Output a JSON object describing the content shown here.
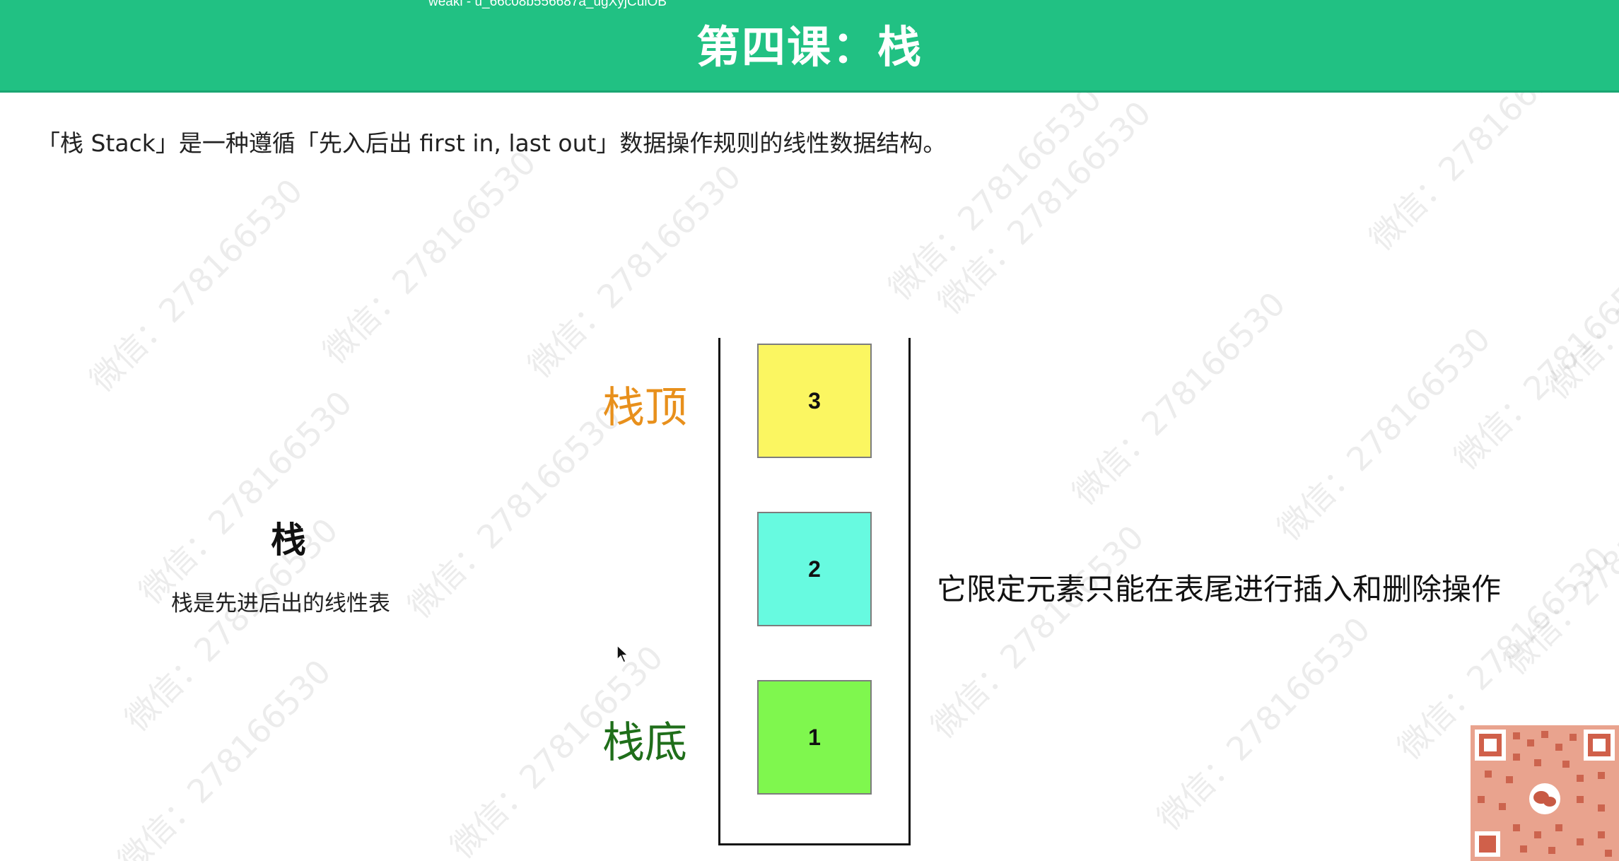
{
  "header": {
    "source_label": "weaki - u_66c08b556687a_ugXyjCulOB",
    "title": "第四课：栈",
    "background_color": "#21c183"
  },
  "intro": {
    "text": "「栈 Stack」是一种遵循「先入后出 first in, last out」数据操作规则的线性数据结构。"
  },
  "concept": {
    "title": "栈",
    "description": "栈是先进后出的线性表"
  },
  "stack": {
    "top_label": "栈顶",
    "bottom_label": "栈底",
    "top_label_color": "#e8901c",
    "bottom_label_color": "#1f6e1a",
    "blocks": [
      {
        "label": "3",
        "color": "#fbf661"
      },
      {
        "label": "2",
        "color": "#67fae0"
      },
      {
        "label": "1",
        "color": "#7ff74e"
      }
    ]
  },
  "rule": {
    "text": "它限定元素只能在表尾进行插入和删除操作"
  },
  "watermark": {
    "text": "微信：278166530"
  },
  "icons": {
    "cursor": "mouse-pointer-icon",
    "qr": "wechat-qr-code-icon"
  }
}
